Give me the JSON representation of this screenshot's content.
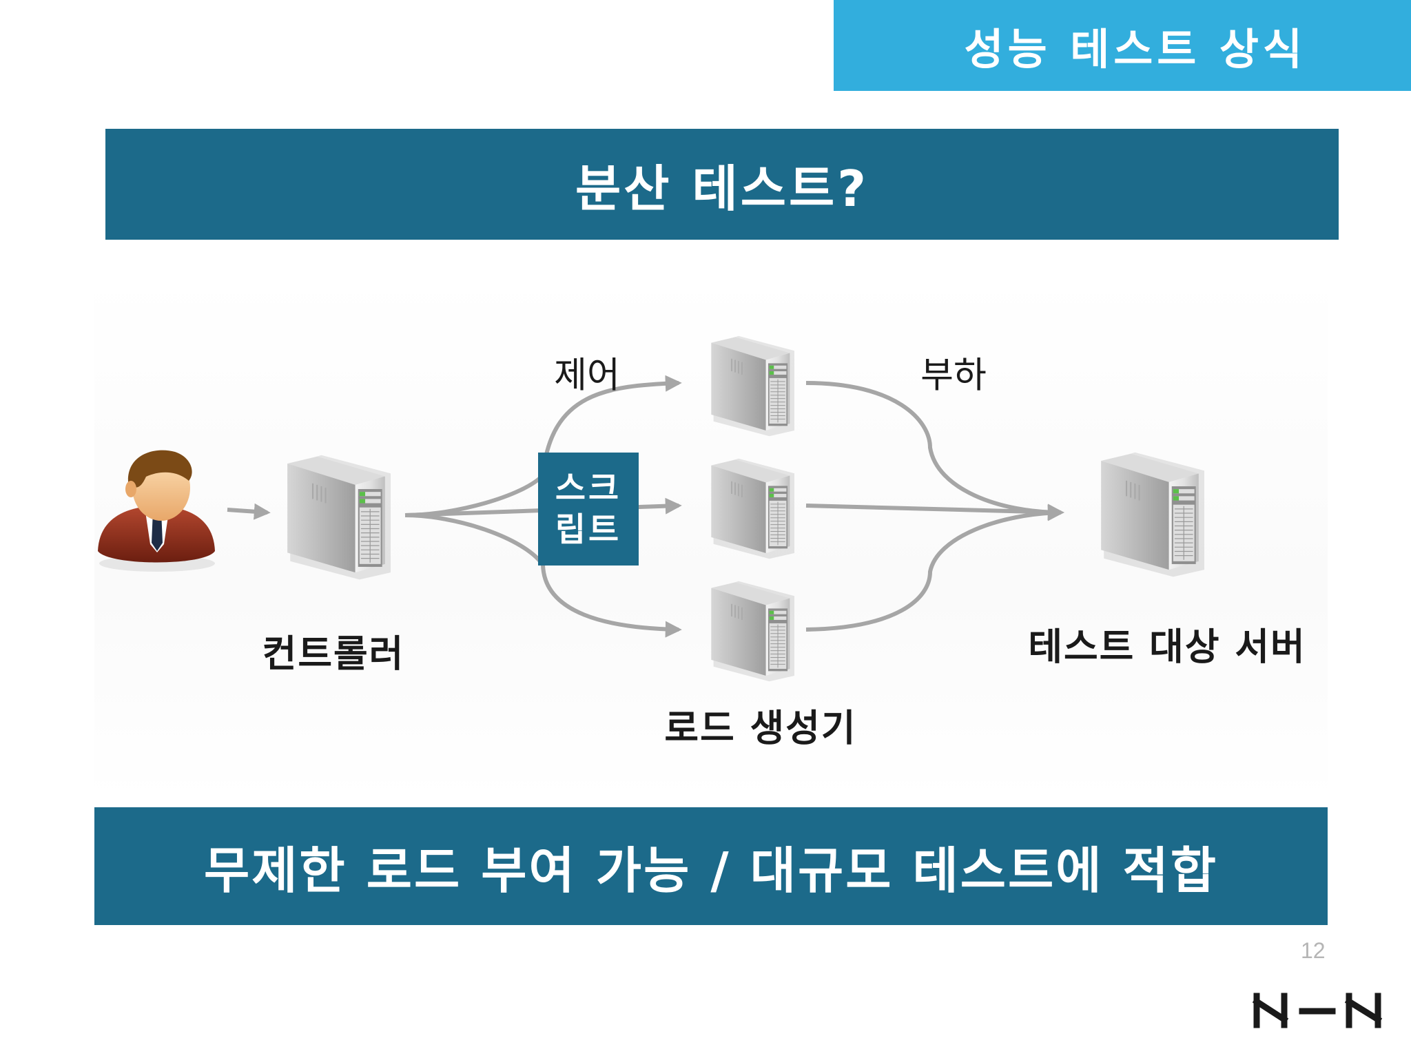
{
  "header": {
    "section_tag": "성능 테스트 상식"
  },
  "slide": {
    "title": "분산 테스트?",
    "summary": "무제한 로드 부여 가능 / 대규모 테스트에 적합",
    "page_number": "12",
    "brand": "NHN"
  },
  "diagram": {
    "script_box": {
      "line1": "스크",
      "line2": "립트"
    },
    "edge_labels": {
      "control": "제어",
      "load": "부하"
    },
    "nodes": {
      "controller": "컨트롤러",
      "load_generator": "로드 생성기",
      "target_server": "테스트 대상 서버"
    },
    "colors": {
      "banner": "#1c6a8a",
      "corner_tag": "#32aedd",
      "arrows": "#a6a6a6"
    }
  }
}
